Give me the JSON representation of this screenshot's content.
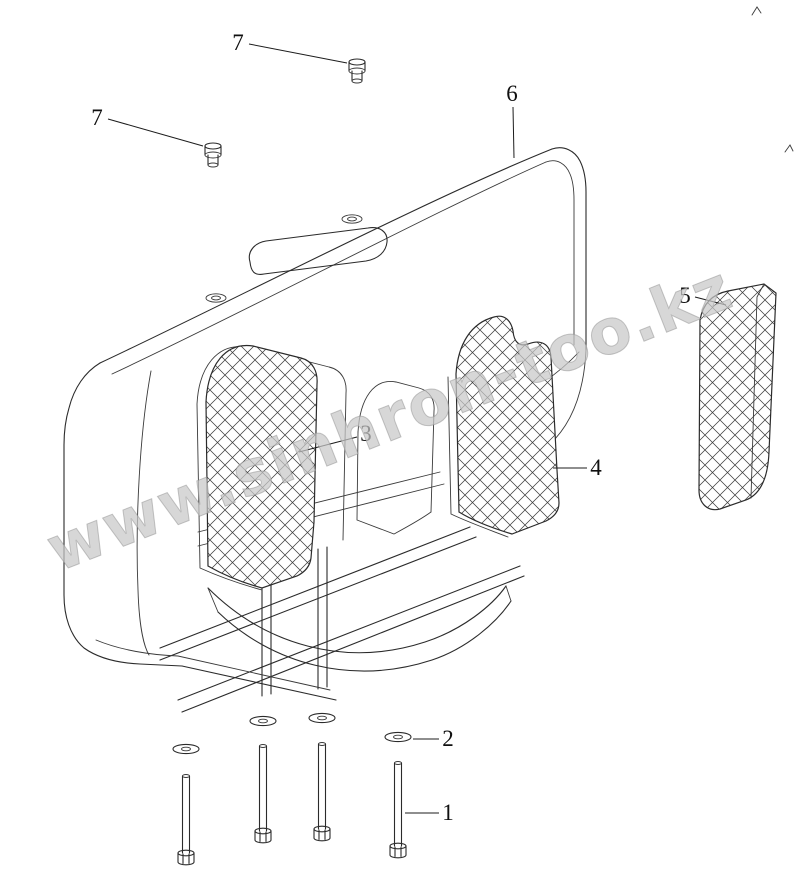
{
  "watermark": {
    "text": "www.sinhron-too.kz"
  },
  "callouts": {
    "bolt": {
      "label": "1"
    },
    "washer": {
      "label": "2"
    },
    "pad_left": {
      "label": "3"
    },
    "pad_middle": {
      "label": "4"
    },
    "pad_right": {
      "label": "5"
    },
    "cover": {
      "label": "6"
    },
    "plug_top": {
      "label": "7"
    },
    "plug_side": {
      "label": "7"
    }
  }
}
